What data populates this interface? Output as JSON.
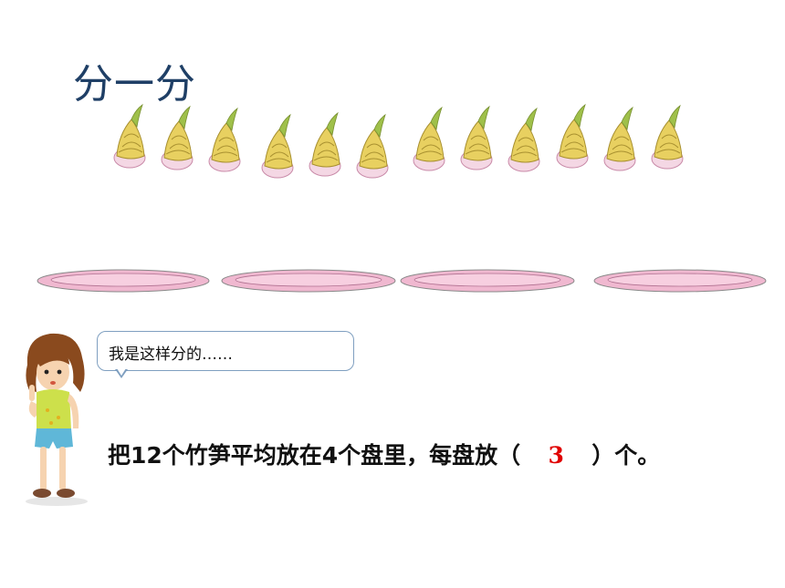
{
  "title": "分一分",
  "shoot_groups": [
    3,
    3,
    3,
    3
  ],
  "plates_count": 4,
  "bubble_text": "我是这样分的……",
  "sentence": {
    "before": "把12个竹笋平均放在4个盘里，每盘放（",
    "answer": "3",
    "after": "）个。"
  },
  "colors": {
    "title": "#1f3f66",
    "answer": "#e00000",
    "plate_rim": "#f0b8d0",
    "plate_center": "#f7cfe0",
    "shoot_leaf": "#e8d060",
    "shoot_base": "#f4d7e4"
  }
}
